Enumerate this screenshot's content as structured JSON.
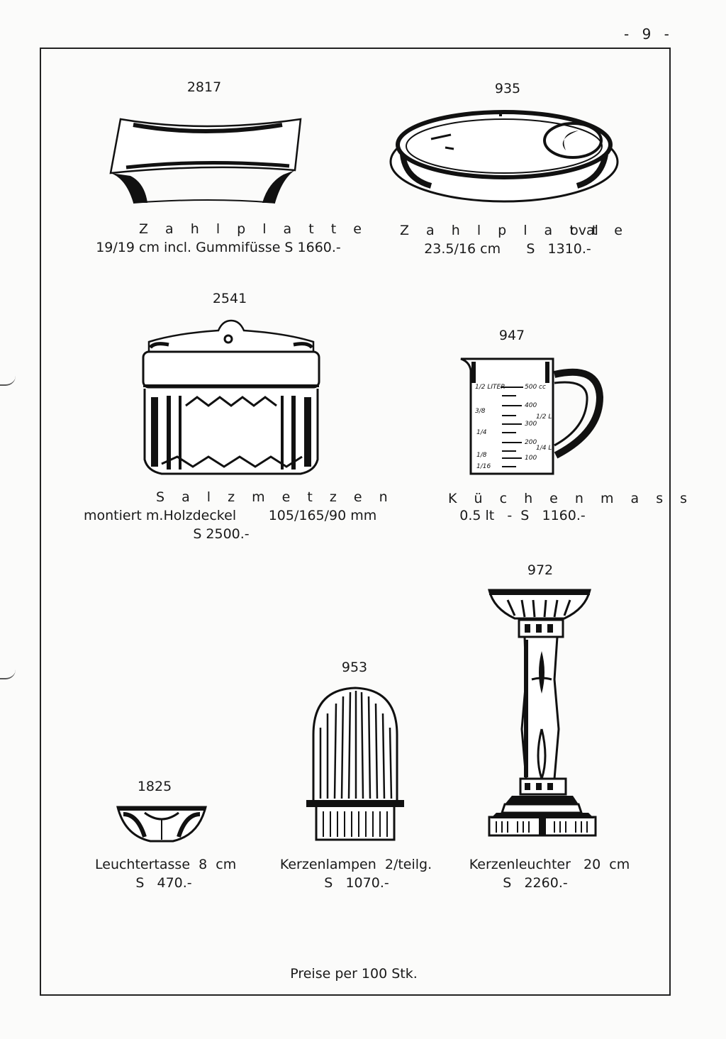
{
  "page_number": "- 9 -",
  "items": [
    {
      "number": "2817",
      "name": "Z a h l p l a t t e",
      "line2": "19/19 cm  incl. Gummifüsse S 1660.-"
    },
    {
      "number": "935",
      "name": "Z a h l p l a t t e",
      "name_suffix": "oval",
      "line2": "23.5/16 cm      S   1310.-"
    },
    {
      "number": "2541",
      "name": "S a l z m e t z e n",
      "line2": "montiert m.Holzdeckel",
      "line2_dims": "105/165/90 mm",
      "line3": "S  2500.-"
    },
    {
      "number": "947",
      "name": "K ü c h e n m a s s",
      "line2": "0.5 lt   -  S   1160.-"
    },
    {
      "number": "1825",
      "name": "Leuchtertasse  8  cm",
      "line2": "S   470.-"
    },
    {
      "number": "953",
      "name": "Kerzenlampen  2/teilg.",
      "line2": "S   1070.-"
    },
    {
      "number": "972",
      "name": "Kerzenleuchter   20  cm",
      "line2": "S   2260.-"
    }
  ],
  "measure_labels": {
    "left": [
      "1/2 LITER",
      "3/8",
      "1/4",
      "1/8",
      "1/16"
    ],
    "right": [
      "500 cc",
      "400",
      "1/2 L",
      "300",
      "200",
      "1/4 L",
      "100"
    ]
  },
  "footer": "Preise per 100 Stk."
}
